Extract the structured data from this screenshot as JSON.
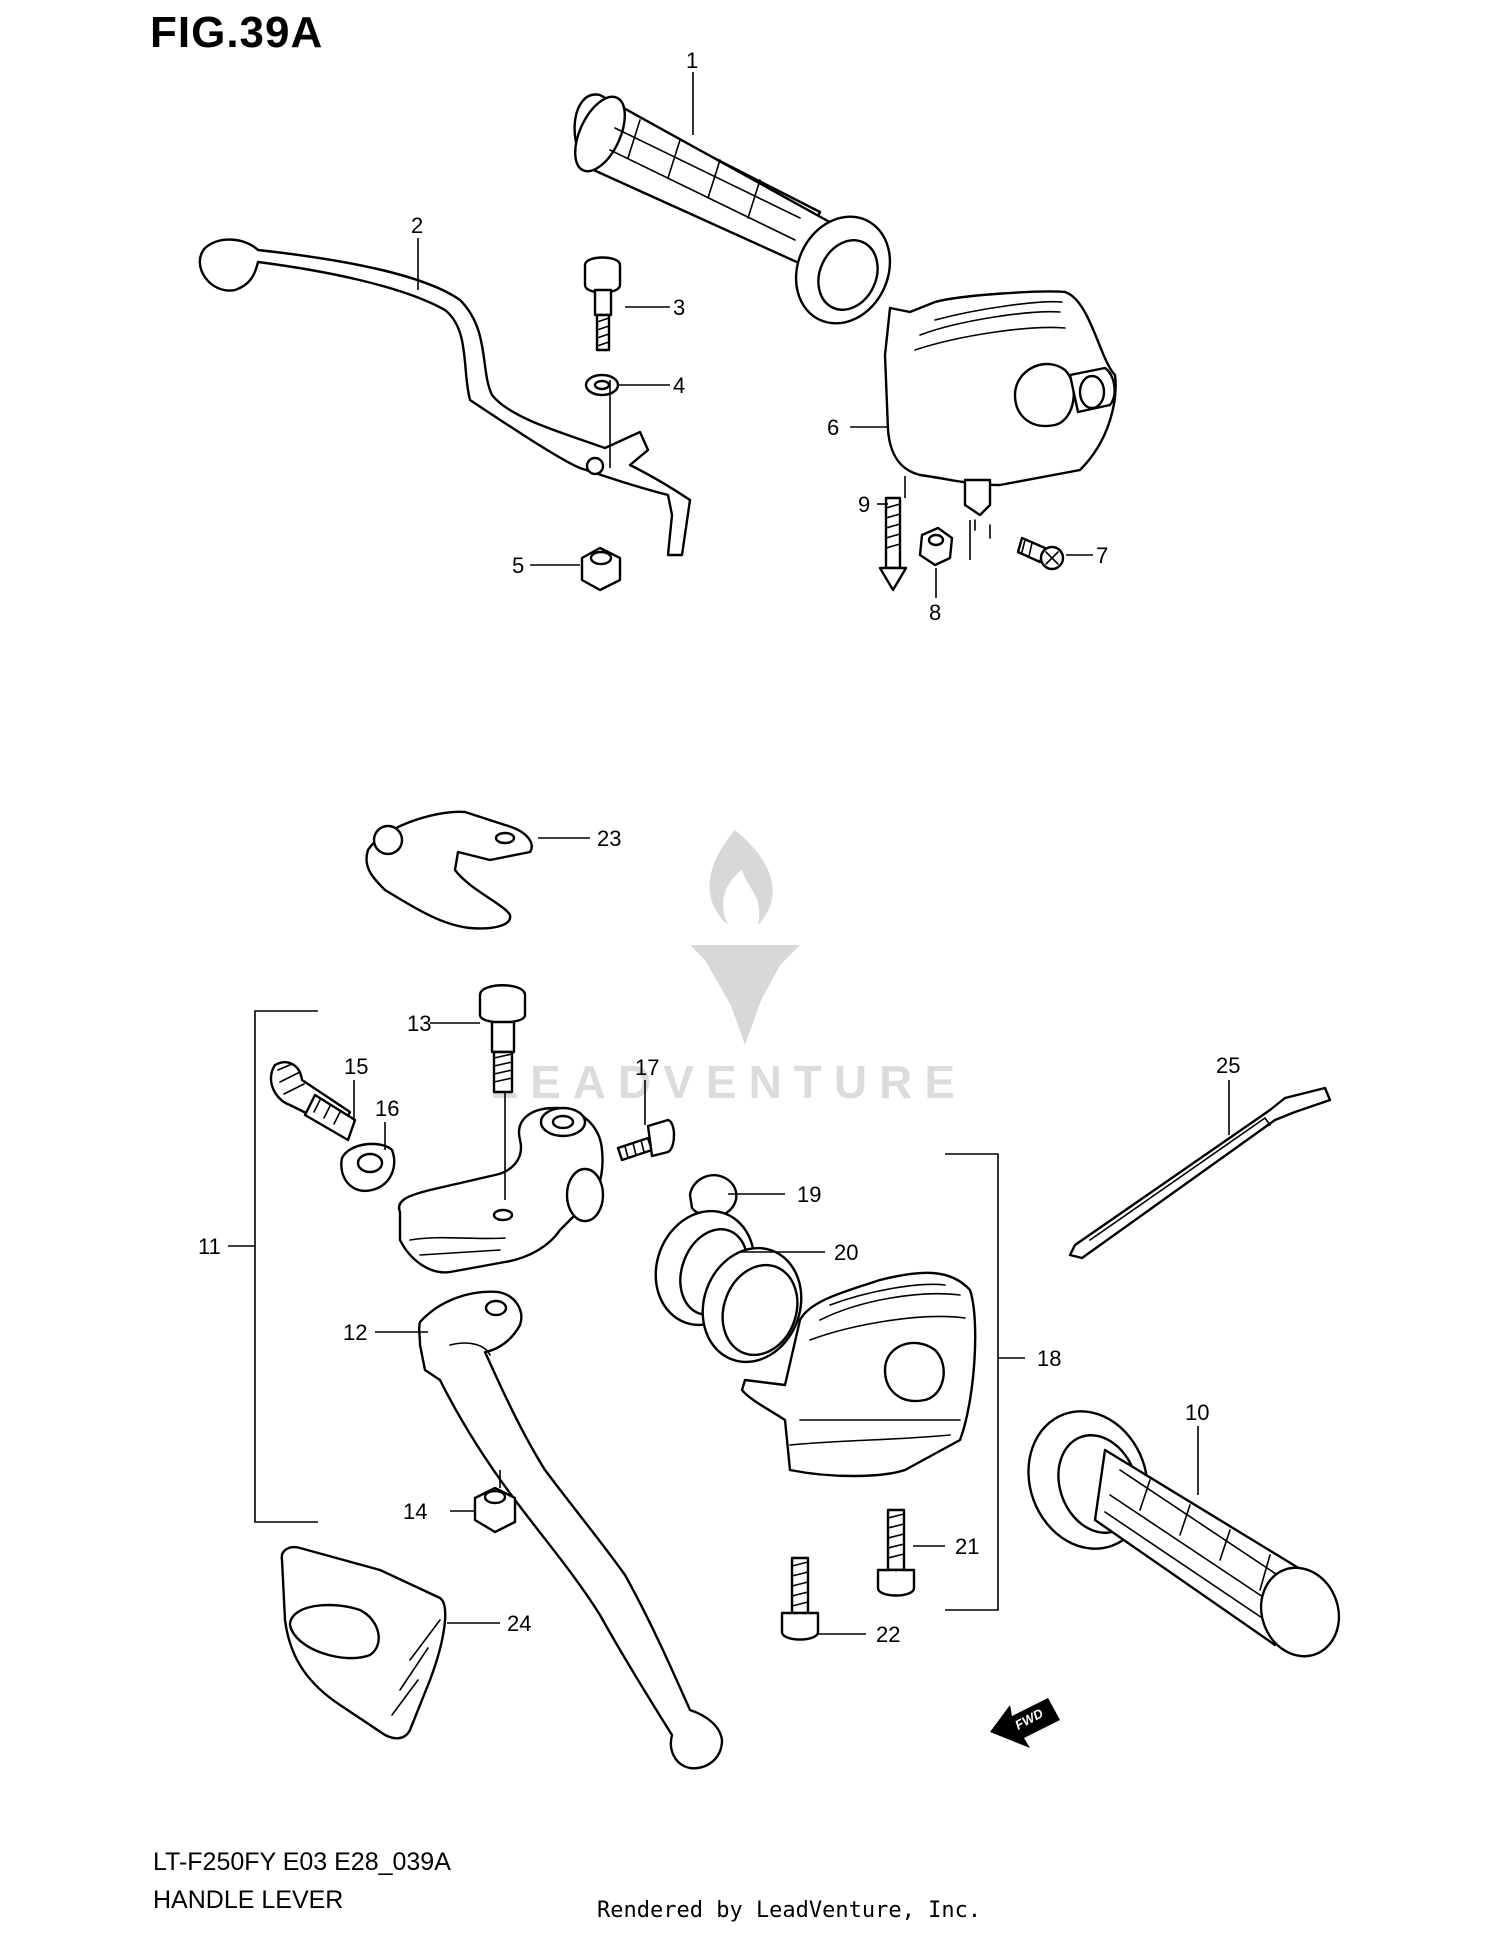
{
  "figure": {
    "title": "FIG.39A",
    "model_code": "LT-F250FY E03 E28_039A",
    "assembly_name": "HANDLE LEVER",
    "credit": "Rendered by LeadVenture, Inc."
  },
  "watermark": {
    "text": "LEADVENTURE"
  },
  "fwd_arrow": {
    "label": "FWD"
  },
  "callouts": [
    {
      "id": "c1",
      "label": "1"
    },
    {
      "id": "c2",
      "label": "2"
    },
    {
      "id": "c3",
      "label": "3"
    },
    {
      "id": "c4",
      "label": "4"
    },
    {
      "id": "c5",
      "label": "5"
    },
    {
      "id": "c6",
      "label": "6"
    },
    {
      "id": "c7",
      "label": "7"
    },
    {
      "id": "c8",
      "label": "8"
    },
    {
      "id": "c9",
      "label": "9"
    },
    {
      "id": "c10",
      "label": "10"
    },
    {
      "id": "c11",
      "label": "11"
    },
    {
      "id": "c12",
      "label": "12"
    },
    {
      "id": "c13",
      "label": "13"
    },
    {
      "id": "c14",
      "label": "14"
    },
    {
      "id": "c15",
      "label": "15"
    },
    {
      "id": "c16",
      "label": "16"
    },
    {
      "id": "c17",
      "label": "17"
    },
    {
      "id": "c18",
      "label": "18"
    },
    {
      "id": "c19",
      "label": "19"
    },
    {
      "id": "c20",
      "label": "20"
    },
    {
      "id": "c21",
      "label": "21"
    },
    {
      "id": "c22",
      "label": "22"
    },
    {
      "id": "c23",
      "label": "23"
    },
    {
      "id": "c24",
      "label": "24"
    },
    {
      "id": "c25",
      "label": "25"
    }
  ]
}
